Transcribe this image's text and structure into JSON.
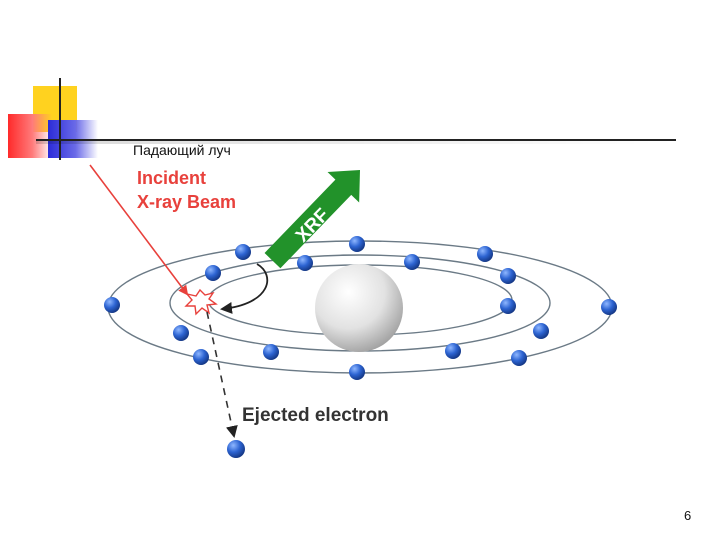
{
  "slide": {
    "heading": "Падающий луч",
    "page_number": "6"
  },
  "diagram": {
    "incident_label_line1": "Incident",
    "incident_label_line2": "X-ray Beam",
    "xrf_label": "XRF",
    "ejected_label": "Ejected electron",
    "colors": {
      "incident": "#e8413c",
      "xrf": "#22922a",
      "electron": "#1f58c6",
      "orbit": "#6b7a86"
    }
  }
}
